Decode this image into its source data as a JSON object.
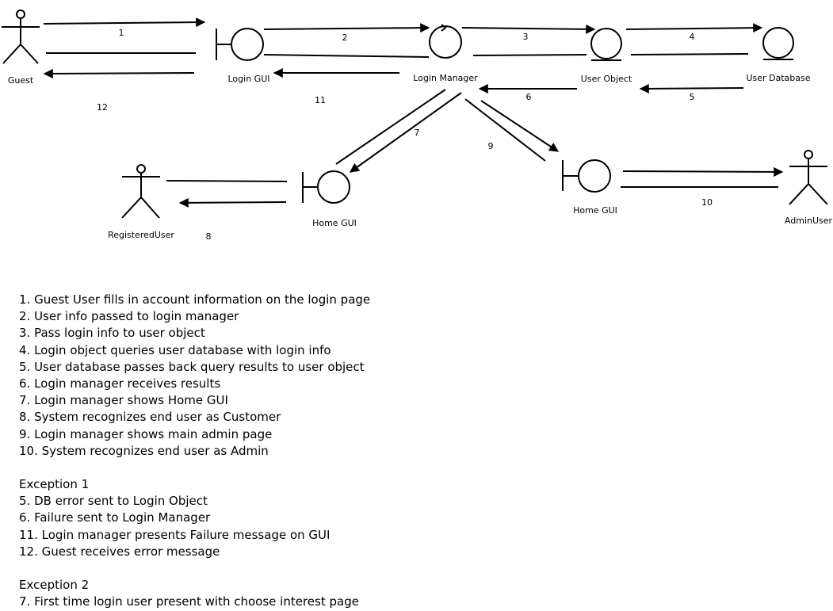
{
  "diagram": {
    "actors": {
      "guest": "Guest",
      "registered_user": "RegisteredUser",
      "admin_user": "AdminUser"
    },
    "objects": {
      "login_gui": "Login GUI",
      "login_manager": "Login Manager",
      "user_object": "User Object",
      "user_database": "User Database",
      "home_gui_user": "Home GUI",
      "home_gui_admin": "Home GUI"
    },
    "message_labels": {
      "m1": "1",
      "m2": "2",
      "m3": "3",
      "m4": "4",
      "m5": "5",
      "m6": "6",
      "m7": "7",
      "m8": "8",
      "m9": "9",
      "m10": "10",
      "m11": "11",
      "m12": "12"
    }
  },
  "notes": {
    "main_flow": [
      "1. Guest User fills in account information on the login page",
      "2. User info passed to login manager",
      "3. Pass login info to user object",
      "4. Login object queries user database with login info",
      "5. User database passes back query results to user object",
      "6. Login manager receives results",
      "7. Login manager shows Home GUI",
      "8. System recognizes end user as Customer",
      "9. Login manager shows main admin page",
      "10. System recognizes end user as Admin"
    ],
    "exception1": {
      "title": "Exception 1",
      "items": [
        "5. DB error sent to Login Object",
        "6. Failure sent to Login Manager",
        "11. Login manager presents Failure message on GUI",
        "12. Guest receives error message"
      ]
    },
    "exception2": {
      "title": "Exception 2",
      "items": [
        "7. First time login user present with choose interest page"
      ]
    }
  }
}
